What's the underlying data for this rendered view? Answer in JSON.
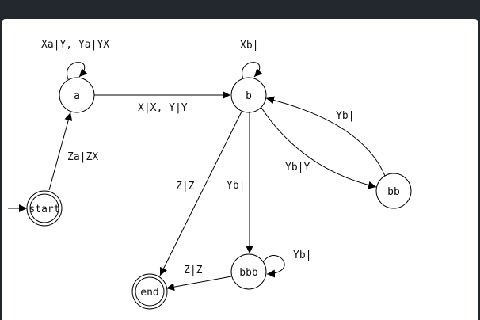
{
  "colors": {
    "background": "#23272e",
    "canvas": "#ffffff",
    "ink": "#000000"
  },
  "states": {
    "a": "a",
    "b": "b",
    "bb": "bb",
    "bbb": "bbb",
    "start": "start",
    "end": "end"
  },
  "transitions": {
    "a_loop": "Xa|Y, Ya|YX",
    "b_loop": "Xb|",
    "bbb_loop": "Yb|",
    "a_to_b": "X|X, Y|Y",
    "start_to_a": "Za|ZX",
    "b_to_end": "Z|Z",
    "b_to_bbb": "Yb|",
    "b_to_bb": "Yb|Y",
    "bb_to_b": "Yb|",
    "bbb_to_end": "Z|Z"
  }
}
